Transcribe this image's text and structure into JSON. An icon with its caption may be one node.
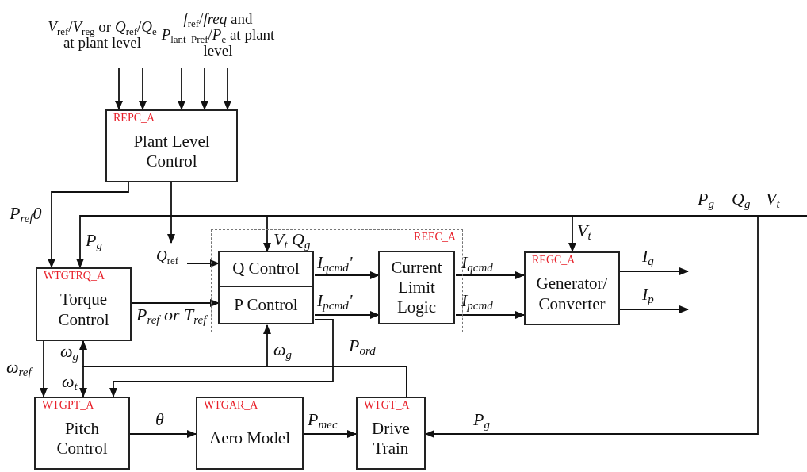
{
  "diagram": {
    "nodes": [
      {
        "text": [
          "REPC_A",
          "Plant Level Control"
        ]
      },
      {
        "text": [
          "REEC_A"
        ]
      },
      {
        "text": [
          "Q Control"
        ],
        "in": 1
      },
      {
        "text": [
          "P Control"
        ],
        "in": 1
      },
      {
        "text": [
          "Current Limit Logic"
        ],
        "in": 1
      },
      {
        "text": [
          "REGC_A",
          "Generator/ Converter"
        ]
      },
      {
        "text": [
          "WTGTRQ_A",
          "Torque Control"
        ]
      },
      {
        "text": [
          "WTGPT_A",
          "Pitch Control"
        ]
      },
      {
        "text": [
          "WTGAR_A",
          "Aero Model"
        ]
      },
      {
        "text": [
          "WTGT_A",
          "Drive Train"
        ]
      },
      {
        "text": [
          "*V*$_{ref}$/*V*$_{reg}$ or *Q*$_{ref}$/*Q*$_{e}$ at plant level"
        ]
      },
      {
        "text": [
          "*f*$_{ref}$/*freq* and *P*$_{lant_Pref}$/*P*$_{e}$ at plant level"
        ]
      },
      {
        "text": [
          "*Q*$_{ref}$"
        ]
      }
    ],
    "edges": [
      {
        "from": 10,
        "to": 0,
        "arrow": "to"
      },
      {
        "from": 10,
        "to": 0,
        "arrow": "to"
      },
      {
        "from": 11,
        "to": 0,
        "arrow": "to"
      },
      {
        "from": 11,
        "to": 0,
        "arrow": "to"
      },
      {
        "from": 11,
        "to": 0,
        "arrow": "to"
      },
      {
        "from": 0,
        "to": 6,
        "arrow": "to",
        "label": "P$_{ref}$0"
      },
      {
        "from": 0,
        "to": 12,
        "arrow": "to"
      },
      {
        "from": 12,
        "to": 2,
        "arrow": "to"
      },
      {
        "from": null,
        "to": 6,
        "arrow": "to",
        "label": "P$_{g}$"
      },
      {
        "from": null,
        "to": 2,
        "arrow": "to",
        "label": "V$_{t}$ Q$_{g}$"
      },
      {
        "from": null,
        "to": 5,
        "arrow": "to",
        "label": "V$_{t}$"
      },
      {
        "from": null,
        "to": 9,
        "arrow": "to",
        "label": "P$_{g}$"
      },
      {
        "from": 6,
        "to": 3,
        "arrow": "to",
        "label": "P$_{ref}$ or T$_{ref}$"
      },
      {
        "from": 2,
        "to": 4,
        "arrow": "to",
        "label": "I$_{qcmd}$'"
      },
      {
        "from": 3,
        "to": 4,
        "arrow": "to",
        "label": "I$_{pcmd}$'"
      },
      {
        "from": 4,
        "to": 5,
        "arrow": "to",
        "label": "I$_{qcmd}$"
      },
      {
        "from": 4,
        "to": 5,
        "arrow": "to",
        "label": "I$_{pcmd}$"
      },
      {
        "from": 5,
        "to": null,
        "arrow": "to",
        "label": "I$_{q}$"
      },
      {
        "from": 5,
        "to": null,
        "arrow": "to",
        "label": "I$_{p}$"
      },
      {
        "from": 6,
        "to": 7,
        "arrow": "to",
        "label": "ω$_{ref}$"
      },
      {
        "from": 9,
        "to": 6,
        "arrow": "to",
        "label": "ω$_{g}$"
      },
      {
        "from": 9,
        "to": 7,
        "arrow": "to",
        "label": "ω$_{t}$"
      },
      {
        "from": 9,
        "to": 3,
        "arrow": "to",
        "label": "ω$_{g}$"
      },
      {
        "from": 3,
        "to": 7,
        "arrow": "to",
        "label": "P$_{ord}$"
      },
      {
        "from": 7,
        "to": 8,
        "arrow": "to",
        "label": "θ"
      },
      {
        "from": 8,
        "to": 9,
        "arrow": "to",
        "label": "P$_{mec}$"
      }
    ],
    "labels": [
      "P$_{g}$",
      "Q$_{g}$",
      "V$_{t}$"
    ]
  }
}
